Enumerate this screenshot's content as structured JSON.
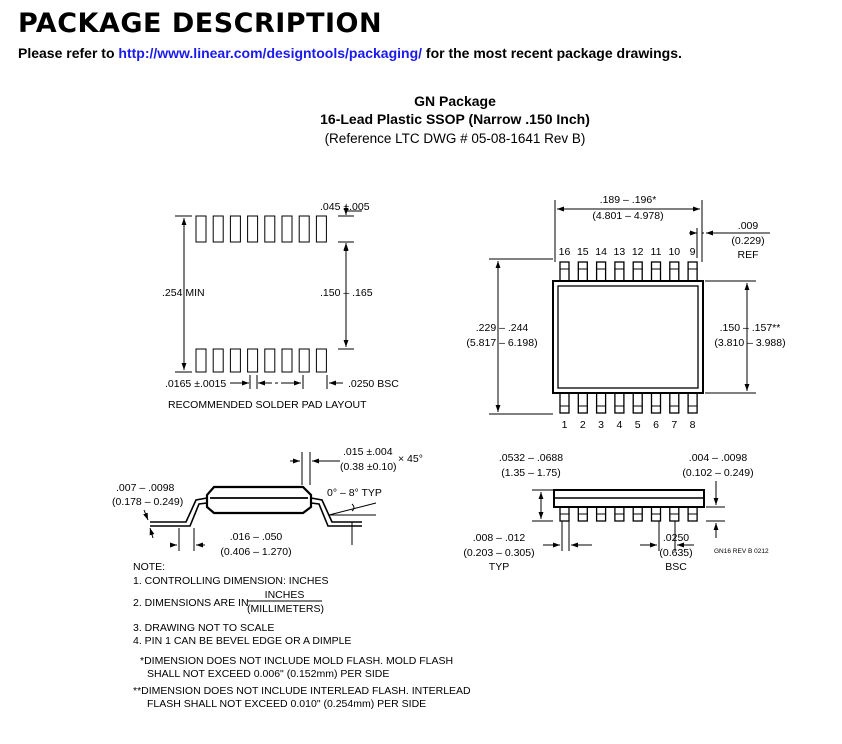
{
  "header": {
    "title": "PACKAGE DESCRIPTION",
    "refer_prefix": "Please refer to ",
    "refer_link": "http://www.linear.com/designtools/packaging/",
    "refer_suffix": " for the most recent package drawings."
  },
  "package": {
    "name": "GN Package",
    "subtitle": "16-Lead Plastic SSOP (Narrow .150 Inch)",
    "reference": "(Reference LTC DWG # 05-08-1641 Rev B)"
  },
  "solder_pad": {
    "pad_width_dim": ".045 ±.005",
    "min_dim": ".254 MIN",
    "row_spacing_dim": ".150 – .165",
    "pad_width2_dim": ".0165 ±.0015",
    "pitch_dim": ".0250 BSC",
    "caption": "RECOMMENDED SOLDER PAD LAYOUT"
  },
  "top_view": {
    "length_in": ".189 – .196*",
    "length_mm": "(4.801 – 4.978)",
    "ref_in": ".009",
    "ref_mm": "(0.229)",
    "ref_label": "REF",
    "top_pins": [
      "16",
      "15",
      "14",
      "13",
      "12",
      "11",
      "10",
      "9"
    ],
    "bottom_pins": [
      "1",
      "2",
      "3",
      "4",
      "5",
      "6",
      "7",
      "8"
    ],
    "overall_in": ".229 – .244",
    "overall_mm": "(5.817 – 6.198)",
    "body_in": ".150 – .157**",
    "body_mm": "(3.810 – 3.988)"
  },
  "side_view_left": {
    "chamfer_in": ".015 ±.004",
    "chamfer_mm": "(0.38 ±0.10)",
    "chamfer_angle": "× 45°",
    "lead_thk_in": ".007 – .0098",
    "lead_thk_mm": "(0.178 – 0.249)",
    "angle": "0° – 8° TYP",
    "foot_in": ".016 – .050",
    "foot_mm": "(0.406 – 1.270)"
  },
  "side_view_right": {
    "height_in": ".0532 – .0688",
    "height_mm": "(1.35 – 1.75)",
    "standoff_in": ".004 – .0098",
    "standoff_mm": "(0.102 – 0.249)",
    "lead_w_in": ".008 – .012",
    "lead_w_mm": "(0.203 – 0.305)",
    "lead_w_label": "TYP",
    "pitch_in": ".0250",
    "pitch_mm": "(0.635)",
    "pitch_label": "BSC",
    "rev_code": "GN16 REV B 0212"
  },
  "notes": {
    "heading": "NOTE:",
    "n1": "1. CONTROLLING DIMENSION: INCHES",
    "n2_prefix": "2. DIMENSIONS ARE IN",
    "n2_num": "INCHES",
    "n2_den": "(MILLIMETERS)",
    "n3": "3. DRAWING NOT TO SCALE",
    "n4": "4. PIN 1 CAN BE BEVEL EDGE OR A DIMPLE",
    "star1_a": "*DIMENSION DOES NOT INCLUDE MOLD FLASH. MOLD FLASH",
    "star1_b": "SHALL NOT EXCEED 0.006\" (0.152mm) PER SIDE",
    "star2_a": "**DIMENSION DOES NOT INCLUDE INTERLEAD FLASH. INTERLEAD",
    "star2_b": "FLASH SHALL NOT EXCEED 0.010\" (0.254mm) PER SIDE"
  }
}
